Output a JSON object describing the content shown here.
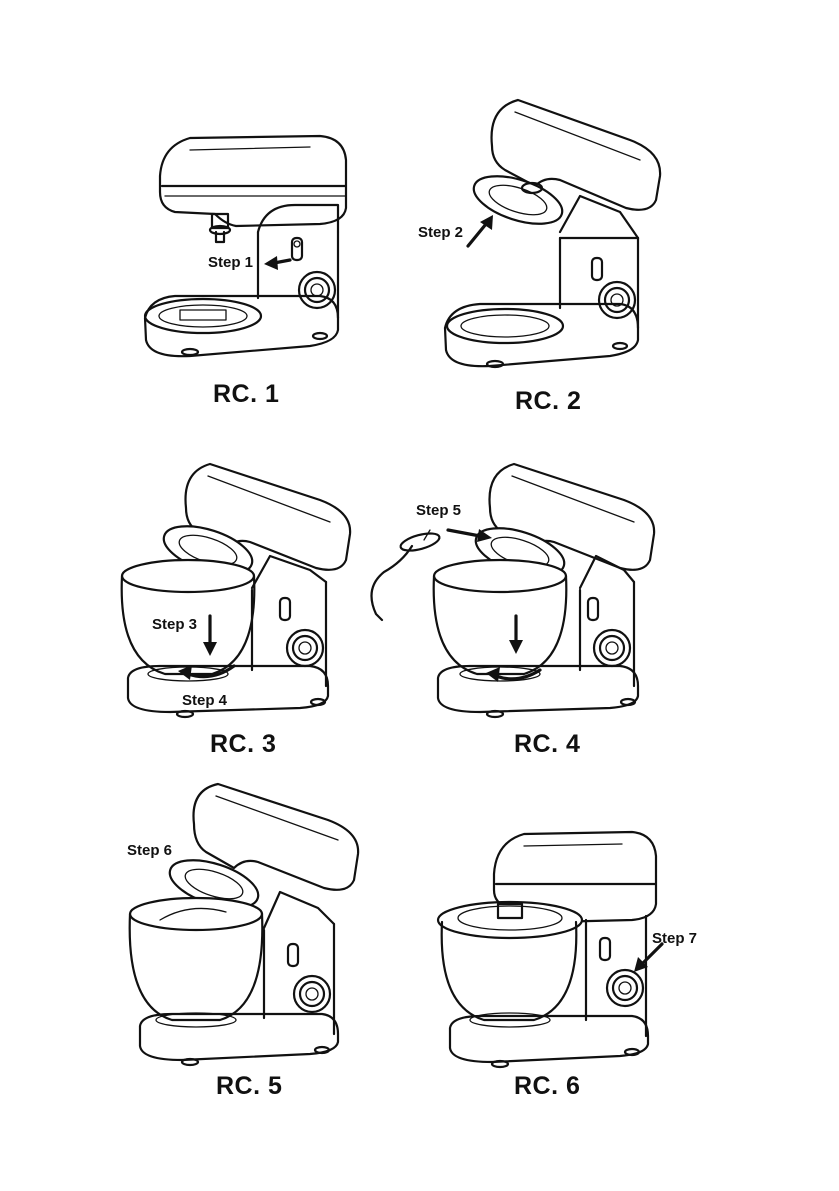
{
  "figures": [
    {
      "caption": "RC. 1",
      "steps": [
        "Step 1"
      ]
    },
    {
      "caption": "RC. 2",
      "steps": [
        "Step 2"
      ]
    },
    {
      "caption": "RC. 3",
      "steps": [
        "Step 3",
        "Step 4"
      ]
    },
    {
      "caption": "RC. 4",
      "steps": [
        "Step 5"
      ]
    },
    {
      "caption": "RC. 5",
      "steps": [
        "Step 6"
      ]
    },
    {
      "caption": "RC. 6",
      "steps": [
        "Step 7"
      ]
    }
  ]
}
